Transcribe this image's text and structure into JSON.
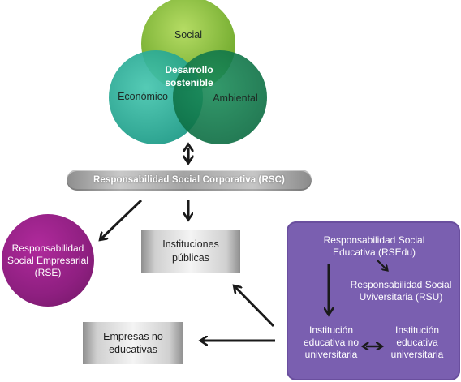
{
  "venn": {
    "social": "Social",
    "economico": "Económico",
    "ambiental": "Ambiental",
    "center_line1": "Desarrollo",
    "center_line2": "sostenible"
  },
  "rsc": {
    "label": "Responsabilidad Social Corporativa (RSC)"
  },
  "rse": {
    "line1": "Responsabilidad",
    "line2": "Social Empresarial",
    "line3": "(RSE)"
  },
  "instituciones_publicas": {
    "line1": "Instituciones",
    "line2": "públicas"
  },
  "empresas_no_educativas": {
    "line1": "Empresas no",
    "line2": "educativas"
  },
  "rsedu": {
    "line1": "Responsabilidad Social",
    "line2": "Educativa (RSEdu)"
  },
  "rsu": {
    "line1": "Responsabilidad Social",
    "line2": "Uviversitaria (RSU)"
  },
  "inst_no_univ": {
    "line1": "Institución",
    "line2": "educativa no",
    "line3": "universitaria"
  },
  "inst_univ": {
    "line1": "Institución",
    "line2": "educativa",
    "line3": "universitaria"
  },
  "colors": {
    "social": "#8cc63f",
    "economico": "#2bb59a",
    "ambiental": "#0d7a4c",
    "rse": "#8e1f80",
    "panel": "#7a5fb0",
    "arrow": "#1a1a1a"
  }
}
